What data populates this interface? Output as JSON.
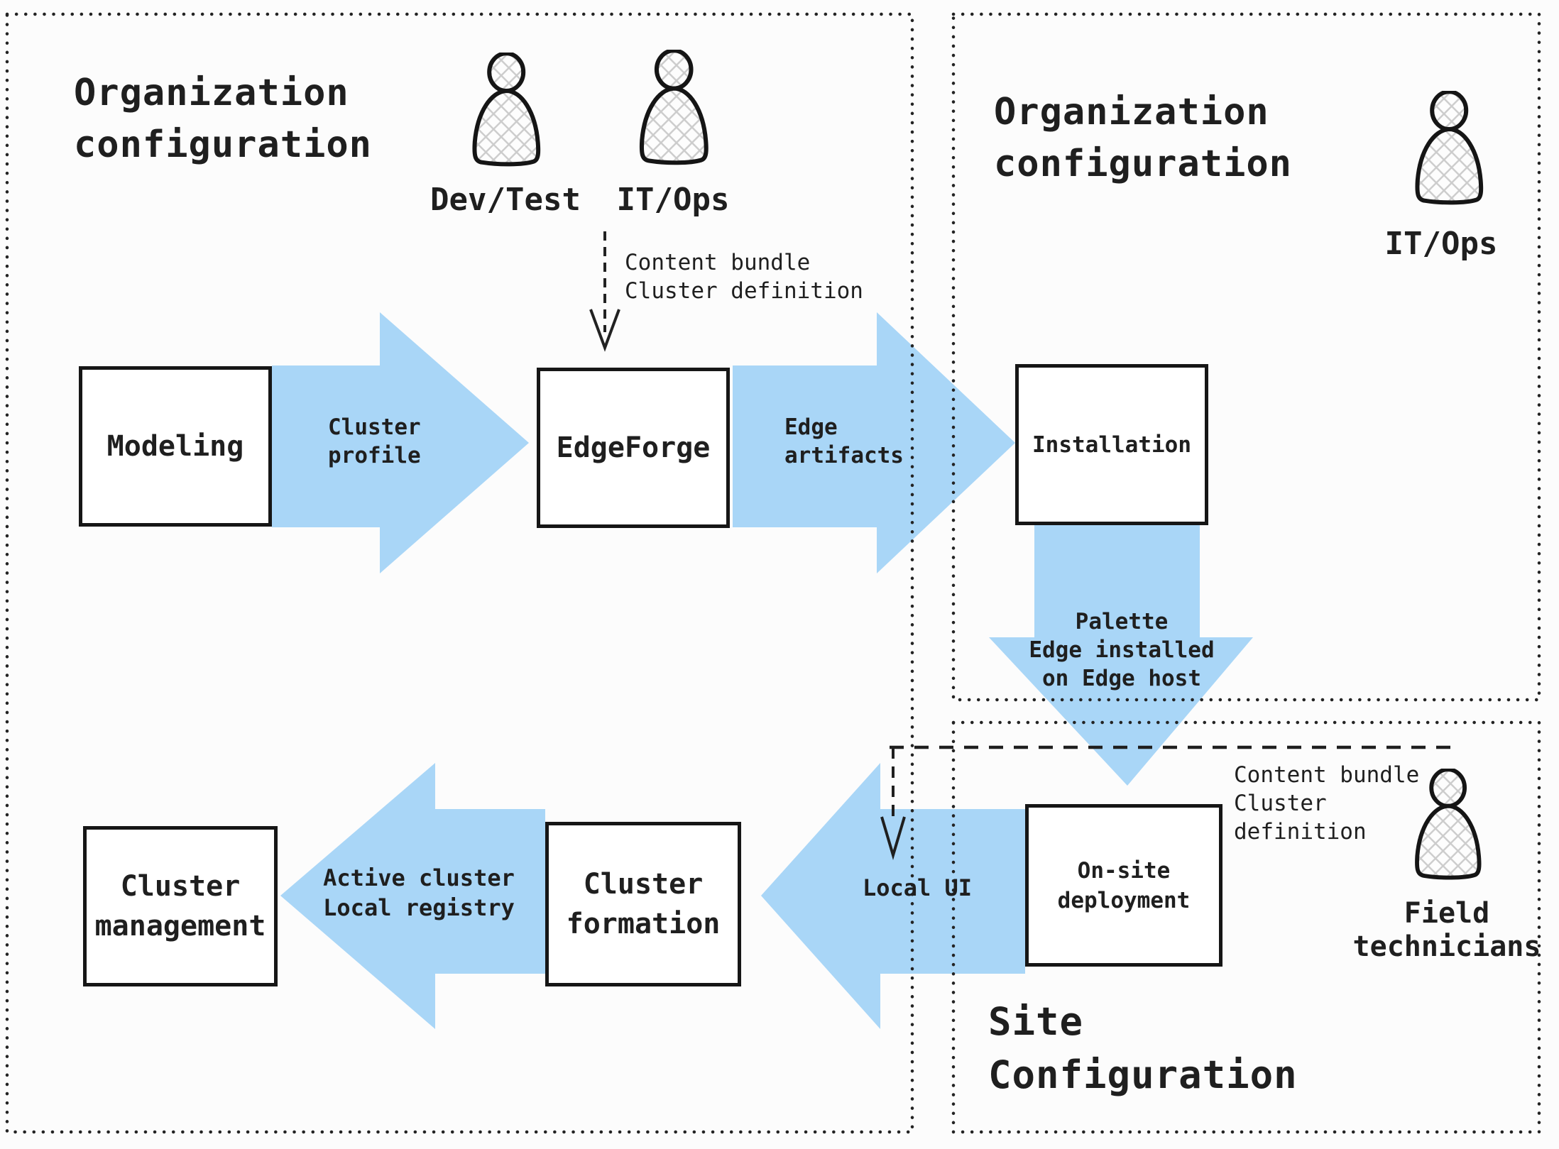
{
  "colors": {
    "arrow_blue": "#a9d6f7",
    "ink": "#1f1f1f",
    "box_border": "#161616",
    "dot_border": "#232323",
    "hatch": "#cccccc"
  },
  "regions": {
    "org_config_left": {
      "title": "Organization\nconfiguration"
    },
    "org_config_right": {
      "title": "Organization\nconfiguration"
    },
    "site_config": {
      "title": "Site\nConfiguration"
    }
  },
  "personas": {
    "dev_test": {
      "label": "Dev/Test"
    },
    "it_ops_left": {
      "label": "IT/Ops"
    },
    "it_ops_right": {
      "label": "IT/Ops"
    },
    "field_technicians": {
      "label": "Field\ntechnicians"
    }
  },
  "nodes": {
    "modeling": {
      "label": "Modeling"
    },
    "edgeforge": {
      "label": "EdgeForge"
    },
    "installation": {
      "label": "Installation"
    },
    "onsite_deployment": {
      "label": "On-site\ndeployment"
    },
    "cluster_formation": {
      "label": "Cluster\nformation"
    },
    "cluster_management": {
      "label": "Cluster\nmanagement"
    }
  },
  "flows": {
    "cluster_profile": {
      "label": "Cluster\nprofile"
    },
    "edge_artifacts": {
      "label": "Edge\nartifacts"
    },
    "palette_edge": {
      "label": "Palette\nEdge installed\non Edge host"
    },
    "local_ui": {
      "label": "Local UI"
    },
    "active_cluster": {
      "label": "Active cluster\nLocal registry"
    }
  },
  "annotations": {
    "content_bundle_top": {
      "text": "Content bundle\nCluster definition"
    },
    "content_bundle_site": {
      "text": "Content bundle\nCluster\ndefinition"
    }
  }
}
